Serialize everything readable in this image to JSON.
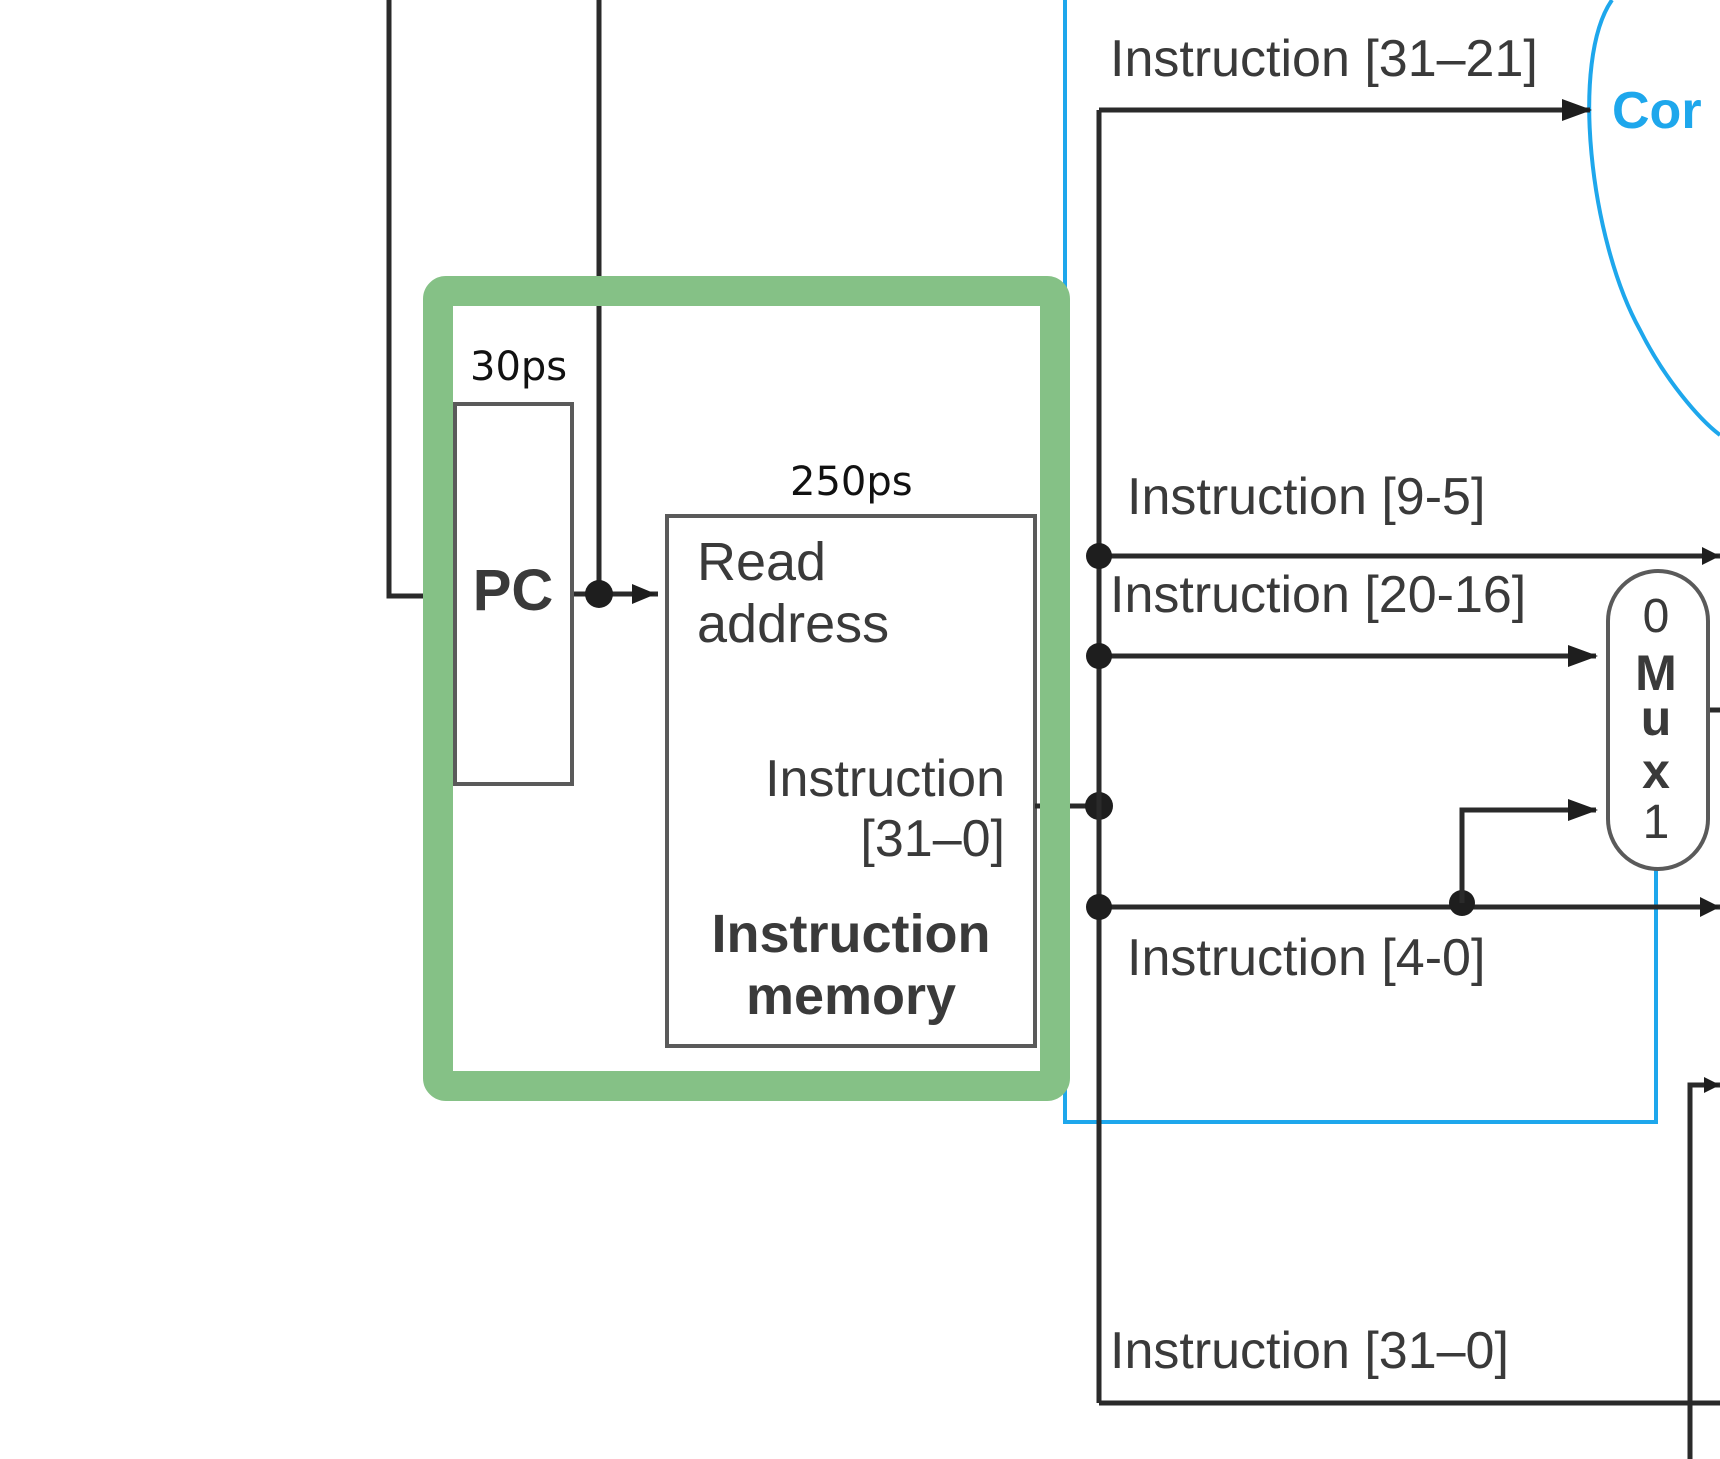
{
  "colors": {
    "highlight": "#85c186",
    "control": "#1ea7ec",
    "wire": "#2a2a2a",
    "component_border": "#5a5a5a"
  },
  "annotations": {
    "pc_delay": "30ps",
    "imem_delay": "250ps"
  },
  "pc": {
    "label": "PC"
  },
  "instruction_memory": {
    "read_address_line1": "Read",
    "read_address_line2": "address",
    "output_line1": "Instruction",
    "output_line2": "[31–0]",
    "name_line1": "Instruction",
    "name_line2": "memory"
  },
  "buses": {
    "top": "Instruction [31–21]",
    "rs": "Instruction [9-5]",
    "rt": "Instruction [20-16]",
    "rd": "Instruction [4-0]",
    "full": "Instruction [31–0]"
  },
  "control": {
    "label_partial": "Cor"
  },
  "mux": {
    "in0": "0",
    "letter1": "M",
    "letter2": "u",
    "letter3": "x",
    "in1": "1"
  }
}
